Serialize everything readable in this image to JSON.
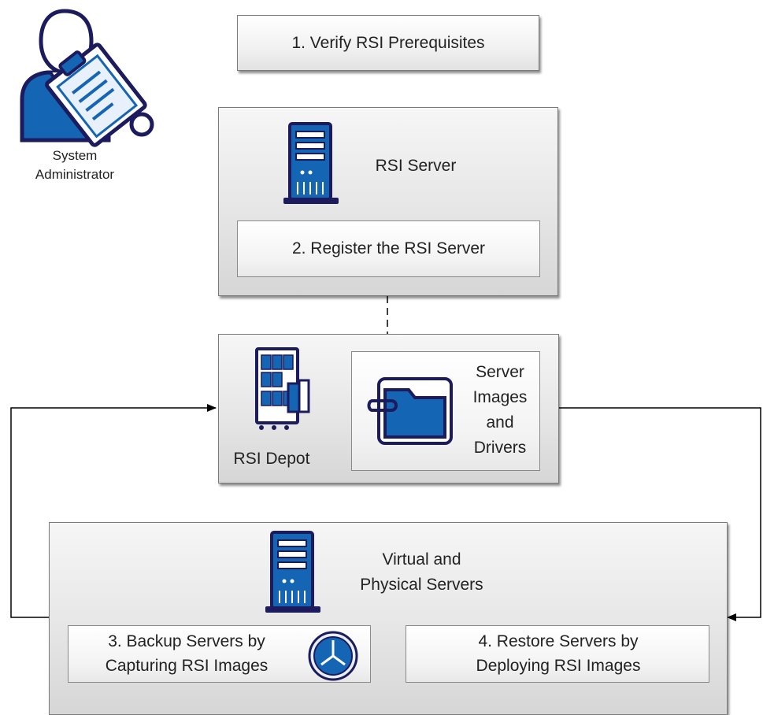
{
  "actor": {
    "label_line1": "System",
    "label_line2": "Administrator",
    "icon": "admin-clipboard-icon"
  },
  "steps": {
    "step1": "1. Verify RSI Prerequisites",
    "step2": "2. Register the RSI Server",
    "step3_line1": "3. Backup Servers by",
    "step3_line2": "Capturing RSI Images",
    "step4_line1": "4. Restore Servers by",
    "step4_line2": "Deploying RSI Images"
  },
  "rsi_server": {
    "label": "RSI Server",
    "icon": "server-tower-icon"
  },
  "rsi_depot": {
    "label": "RSI Depot",
    "icon": "depot-storage-icon",
    "images_line1": "Server",
    "images_line2": "Images",
    "images_line3": "and",
    "images_line4": "Drivers",
    "images_icon": "folder-icon"
  },
  "servers": {
    "label_line1": "Virtual and",
    "label_line2": "Physical Servers",
    "icon": "server-tower-icon",
    "backup_icon": "clock-icon"
  },
  "colors": {
    "icon_blue": "#1565b5",
    "icon_dark": "#1c1b5e",
    "line": "#000000",
    "box_border": "#7a7a7a"
  }
}
